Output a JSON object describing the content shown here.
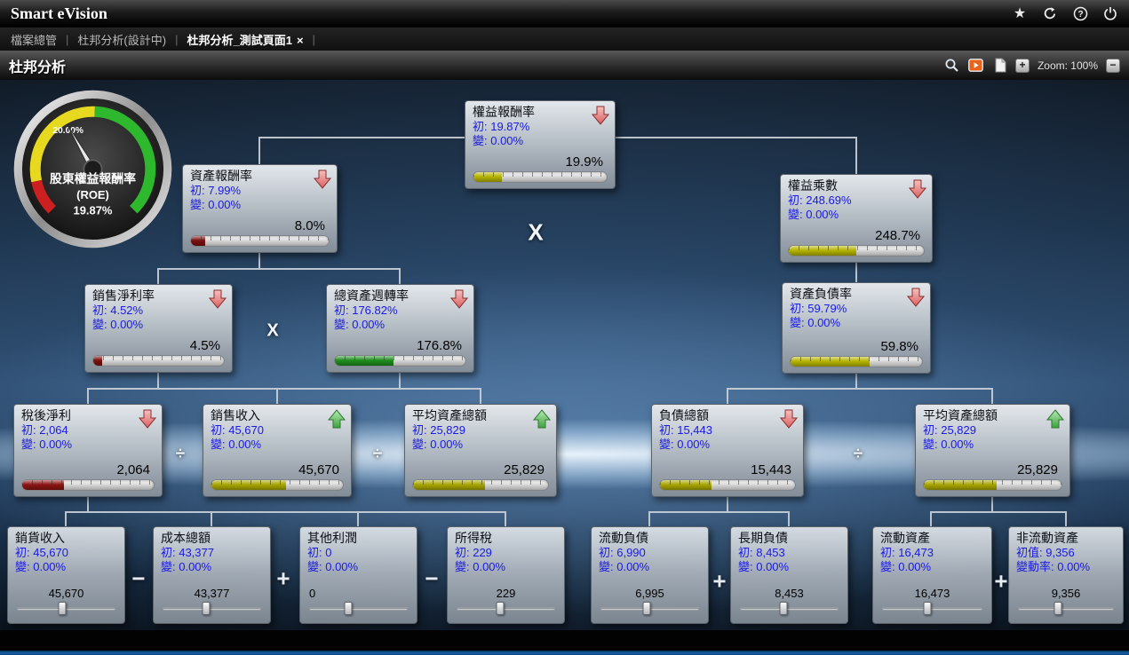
{
  "titlebar": {
    "app_title": "Smart eVision"
  },
  "tabbar": {
    "separator": "|",
    "tabs": [
      {
        "label": "檔案總管"
      },
      {
        "label": "杜邦分析(設計中)"
      },
      {
        "label": "杜邦分析_測試頁面1",
        "close_label": "×"
      }
    ]
  },
  "header": {
    "title": "杜邦分析",
    "zoom_in_label": "+",
    "zoom_label": "Zoom: 100%",
    "zoom_out_label": "−"
  },
  "gauge": {
    "tick_label": "20.00%",
    "title": "股東權益報酬率",
    "subtitle": "(ROE)",
    "value": "19.87%"
  },
  "nodes": [
    {
      "title": "權益報酬率",
      "init": "初: 19.87%",
      "change": "變: 0.00%",
      "value": "19.9%",
      "trend": "down",
      "bar_width": "21%",
      "bar_color": "#b6b400"
    },
    {
      "title": "資產報酬率",
      "init": "初: 7.99%",
      "change": "變: 0.00%",
      "value": "8.0%",
      "trend": "down",
      "bar_width": "10%",
      "bar_color": "#7c1010"
    },
    {
      "title": "權益乘數",
      "init": "初: 248.69%",
      "change": "變: 0.00%",
      "value": "248.7%",
      "trend": "down",
      "bar_width": "50%",
      "bar_color": "#b6b400"
    },
    {
      "title": "銷售淨利率",
      "init": "初: 4.52%",
      "change": "變: 0.00%",
      "value": "4.5%",
      "trend": "down",
      "bar_width": "7%",
      "bar_color": "#7c1010"
    },
    {
      "title": "總資產週轉率",
      "init": "初: 176.82%",
      "change": "變: 0.00%",
      "value": "176.8%",
      "trend": "down",
      "bar_width": "45%",
      "bar_color": "#1f8f1f"
    },
    {
      "title": "資產負債率",
      "init": "初: 59.79%",
      "change": "變: 0.00%",
      "value": "59.8%",
      "trend": "down",
      "bar_width": "60%",
      "bar_color": "#b6b400"
    },
    {
      "title": "稅後淨利",
      "init": "初: 2,064",
      "change": "變: 0.00%",
      "value": "2,064",
      "trend": "down",
      "bar_width": "32%",
      "bar_color": "#8c1414"
    },
    {
      "title": "銷售收入",
      "init": "初: 45,670",
      "change": "變: 0.00%",
      "value": "45,670",
      "trend": "up",
      "bar_width": "57%",
      "bar_color": "#a8a600"
    },
    {
      "title": "平均資產總額",
      "init": "初: 25,829",
      "change": "變: 0.00%",
      "value": "25,829",
      "trend": "up",
      "bar_width": "53%",
      "bar_color": "#a8a600"
    },
    {
      "title": "負債總額",
      "init": "初: 15,443",
      "change": "變: 0.00%",
      "value": "15,443",
      "trend": "down",
      "bar_width": "38%",
      "bar_color": "#a8a600"
    },
    {
      "title": "平均資產總額",
      "init": "初: 25,829",
      "change": "變: 0.00%",
      "value": "25,829",
      "trend": "up",
      "bar_width": "53%",
      "bar_color": "#a8a600"
    }
  ],
  "cards": [
    {
      "title": "銷貨收入",
      "init": "初: 45,670",
      "change": "變: 0.00%",
      "value": "45,670",
      "slider_pos": "46%"
    },
    {
      "title": "成本總額",
      "init": "初: 43,377",
      "change": "變: 0.00%",
      "value": "43,377",
      "slider_pos": "44%"
    },
    {
      "title": "其他利潤",
      "init": "初: 0",
      "change": "變: 0.00%",
      "value": "0",
      "slider_pos": "40%"
    },
    {
      "title": "所得稅",
      "init": "初: 229",
      "change": "變: 0.00%",
      "value": "229",
      "slider_pos": "44%"
    },
    {
      "title": "流動負債",
      "init": "初: 6,990",
      "change": "變: 0.00%",
      "value": "6,995",
      "slider_pos": "47%"
    },
    {
      "title": "長期負債",
      "init": "初: 8,453",
      "change": "變: 0.00%",
      "value": "8,453",
      "slider_pos": "44%"
    },
    {
      "title": "流動資產",
      "init": "初: 16,473",
      "change": "變: 0.00%",
      "value": "16,473",
      "slider_pos": "45%"
    },
    {
      "title": "非流動資產",
      "init": "初值: 9,356",
      "change": "變動率: 0.00%",
      "value": "9,356",
      "slider_pos": "42%"
    }
  ],
  "operators": [
    "X",
    "X",
    "÷",
    "÷",
    "÷",
    "−",
    "+",
    "−",
    "+",
    "+"
  ],
  "colors": {
    "link_blue": "#1a1ae6",
    "trend_down_red": "#e37a7a",
    "trend_up_green": "#4db84d",
    "bar_red": "#7c1010",
    "bar_yellow": "#b6b400",
    "bar_green": "#1f8f1f",
    "gauge_red": "#cc2020",
    "gauge_yellow": "#e6d91f",
    "gauge_green": "#2eb82e",
    "beam_blue": "#bcd9f2"
  }
}
